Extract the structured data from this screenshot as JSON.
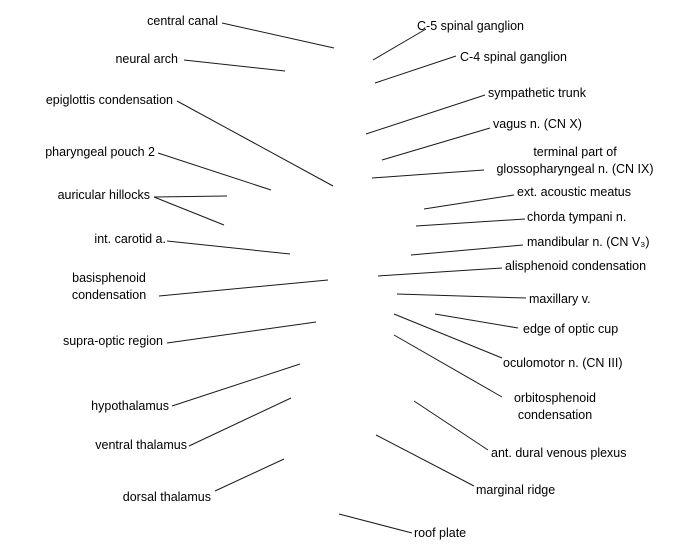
{
  "colors": {
    "line": "#1a1a1a",
    "text": "#000000",
    "background": "#ffffff"
  },
  "labels": {
    "central_canal": "central canal",
    "neural_arch": "neural arch",
    "epiglottis_condensation": "epiglottis condensation",
    "pharyngeal_pouch_2": "pharyngeal pouch 2",
    "auricular_hillocks": "auricular hillocks",
    "int_carotid": "int. carotid a.",
    "basisphenoid_1": "basisphenoid",
    "basisphenoid_2": "condensation",
    "supra_optic": "supra-optic region",
    "hypothalamus": "hypothalamus",
    "ventral_thalamus": "ventral thalamus",
    "dorsal_thalamus": "dorsal thalamus",
    "c5_ganglion": "C-5 spinal ganglion",
    "c4_ganglion": "C-4 spinal ganglion",
    "sympathetic_trunk": "sympathetic trunk",
    "vagus": "vagus n. (CN X)",
    "glosso_1": "terminal part of",
    "glosso_2": "glossopharyngeal n. (CN IX)",
    "acoustic_meatus": "ext. acoustic meatus",
    "chorda_tympani": "chorda tympani n.",
    "mandibular": "mandibular n. (CN V₃)",
    "alisphenoid": "alisphenoid condensation",
    "maxillary_v": "maxillary v.",
    "optic_cup": "edge of optic cup",
    "oculomotor": "oculomotor n. (CN III)",
    "orbito_1": "orbitosphenoid",
    "orbito_2": "condensation",
    "dural_plexus": "ant. dural venous plexus",
    "marginal_ridge": "marginal ridge",
    "roof_plate": "roof plate"
  }
}
